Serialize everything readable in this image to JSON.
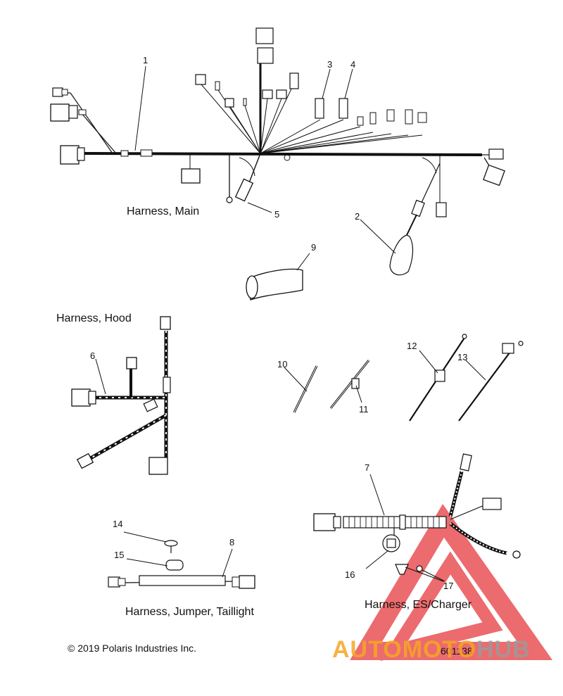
{
  "sections": {
    "main": "Harness, Main",
    "hood": "Harness, Hood",
    "jumper": "Harness, Jumper, Taillight",
    "es_charger": "Harness, ES/Charger"
  },
  "callouts": {
    "c1": "1",
    "c2": "2",
    "c3": "3",
    "c4": "4",
    "c5": "5",
    "c6": "6",
    "c7": "7",
    "c8": "8",
    "c9": "9",
    "c10": "10",
    "c11": "11",
    "c12": "12",
    "c13": "13",
    "c14": "14",
    "c15": "15",
    "c16": "16",
    "c17": "17"
  },
  "footer": {
    "copyright": "© 2019 Polaris Industries Inc.",
    "doc_number": "601138"
  },
  "watermark": {
    "part1": "AUTOMOTO",
    "part2": "HUB",
    "color_orange": "#f5a623",
    "color_grey": "#9b9b9b",
    "color_red": "#e8474a"
  }
}
